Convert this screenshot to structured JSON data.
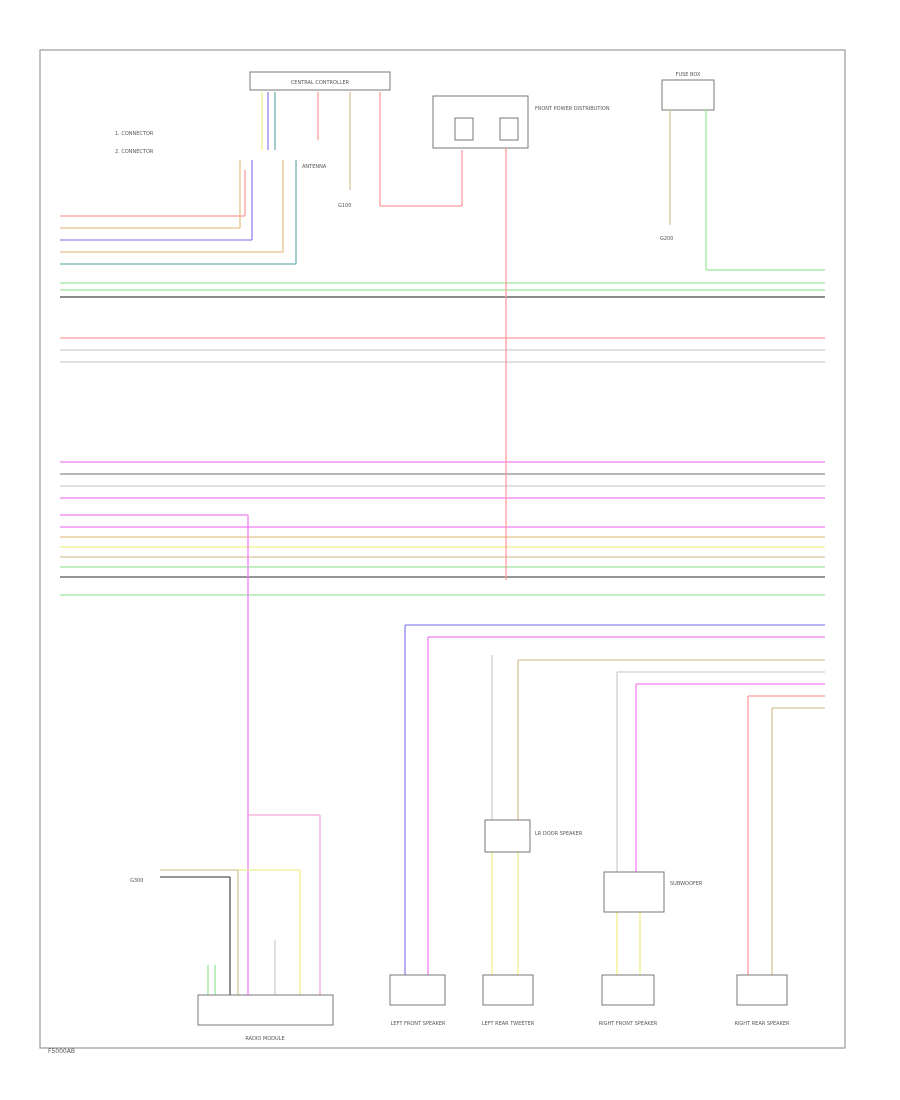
{
  "colors": {
    "red": "#ff9a9a",
    "orange": "#e8c28a",
    "blue": "#8d86f0",
    "green": "#9ae79a",
    "teal": "#6fb2b2",
    "gray": "#8c8c8c",
    "dark": "#555555",
    "magenta": "#ee7ff0",
    "pink": "#f5a8d8",
    "yellow": "#f2ef8a",
    "tan": "#d7c49a",
    "light": "#cfcfcf",
    "border": "#9a9a9a"
  },
  "footer": {
    "page_code": "F5000AB"
  },
  "components": [
    {
      "id": "control-unit-top",
      "label": "CENTRAL CONTROLLER"
    },
    {
      "id": "fuse-block",
      "label": "FUSE BOX"
    },
    {
      "id": "front-power-distribution",
      "label": "FRONT POWER DISTRIBUTION"
    },
    {
      "id": "antenna-top-1",
      "label": "ANTENNA"
    },
    {
      "id": "radio-head",
      "label": "RADIO MODULE"
    },
    {
      "id": "lf-speaker",
      "label": "LEFT FRONT SPEAKER"
    },
    {
      "id": "lr-tweeter",
      "label": "LEFT REAR TWEETER"
    },
    {
      "id": "rf-speaker",
      "label": "RIGHT FRONT SPEAKER"
    },
    {
      "id": "rr-speaker",
      "label": "RIGHT REAR SPEAKER"
    },
    {
      "id": "subwoofer",
      "label": "SUBWOOFER"
    },
    {
      "id": "lr-door-speaker",
      "label": "LR DOOR SPEAKER"
    }
  ],
  "ground_labels": [
    "G100",
    "G200",
    "G300"
  ],
  "legend": [
    "1. CONNECTOR",
    "2. CONNECTOR"
  ]
}
